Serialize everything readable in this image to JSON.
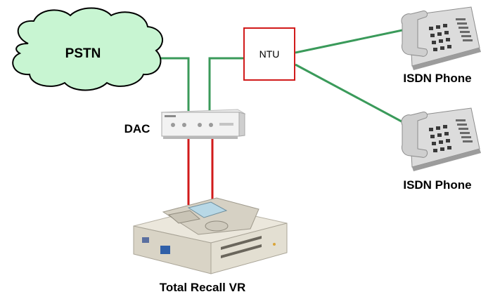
{
  "diagram": {
    "nodes": {
      "pstn": {
        "label": "PSTN",
        "shape": "cloud",
        "fill": "#c8f5d2",
        "stroke": "#000000"
      },
      "ntu": {
        "label": "NTU",
        "shape": "box",
        "stroke": "#d11a1a"
      },
      "dac": {
        "label": "DAC",
        "shape": "device-image"
      },
      "phone_top": {
        "label": "ISDN Phone",
        "shape": "phone-image"
      },
      "phone_bottom": {
        "label": "ISDN Phone",
        "shape": "phone-image"
      },
      "recorder": {
        "label": "Total Recall VR",
        "shape": "recorder-image"
      }
    },
    "edges": [
      {
        "from": "pstn",
        "to": "dac",
        "color": "#3a9a5a"
      },
      {
        "from": "dac",
        "to": "ntu",
        "color": "#3a9a5a"
      },
      {
        "from": "ntu",
        "to": "phone_top",
        "color": "#3a9a5a"
      },
      {
        "from": "ntu",
        "to": "phone_bottom",
        "color": "#3a9a5a"
      },
      {
        "from": "dac",
        "to": "recorder",
        "color": "#d11a1a"
      },
      {
        "from": "dac",
        "to": "recorder",
        "color": "#d11a1a"
      }
    ]
  }
}
